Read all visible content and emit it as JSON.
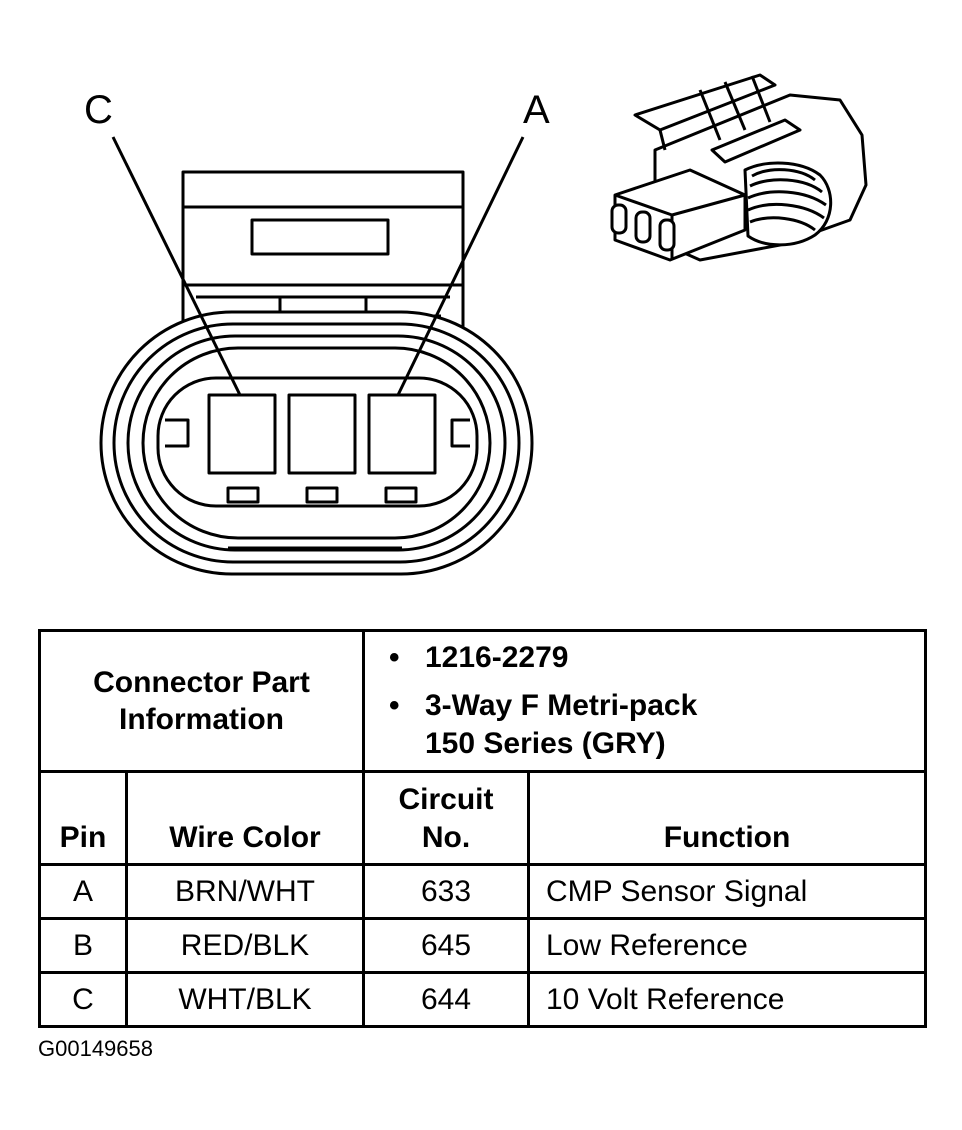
{
  "diagram": {
    "pin_labels": {
      "left": "C",
      "right": "A"
    }
  },
  "table": {
    "connector_info_label": "Connector Part Information",
    "part_info": {
      "bullet": "•",
      "part_number": "1216-2279",
      "description_line1": "3-Way F Metri-pack",
      "description_line2": "150 Series (GRY)"
    },
    "columns": {
      "pin": "Pin",
      "wire_color": "Wire Color",
      "circuit_line1": "Circuit",
      "circuit_line2": "No.",
      "function": "Function"
    },
    "rows": [
      {
        "pin": "A",
        "wire_color": "BRN/WHT",
        "circuit": "633",
        "function": "CMP Sensor Signal"
      },
      {
        "pin": "B",
        "wire_color": "RED/BLK",
        "circuit": "645",
        "function": "Low Reference"
      },
      {
        "pin": "C",
        "wire_color": "WHT/BLK",
        "circuit": "644",
        "function": "10 Volt Reference"
      }
    ]
  },
  "figure_code": "G00149658"
}
